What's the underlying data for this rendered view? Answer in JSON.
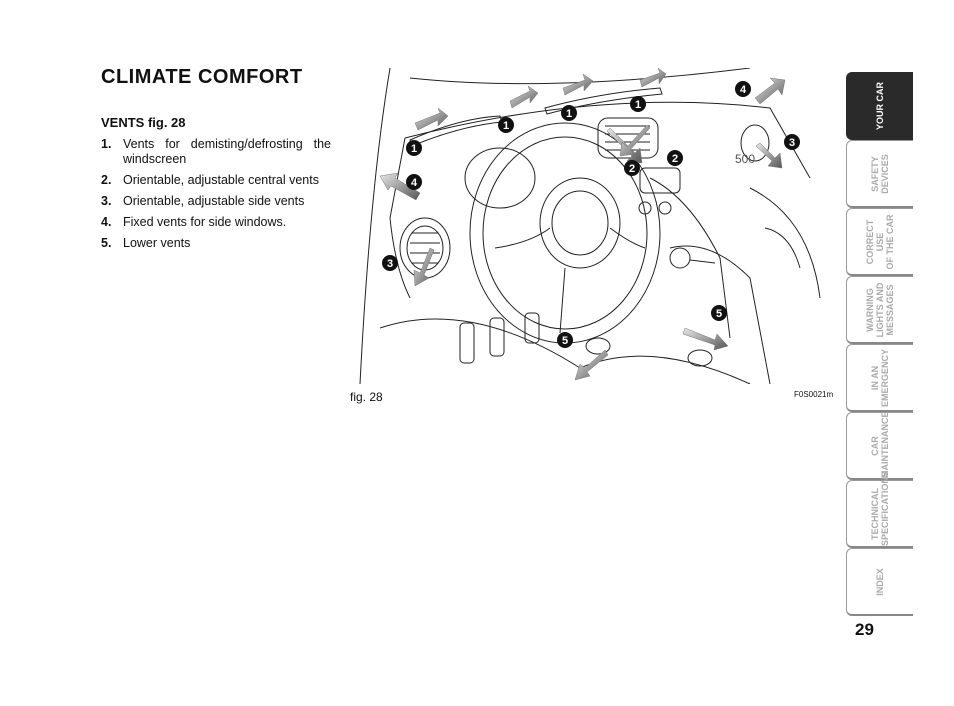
{
  "title": "CLIMATE COMFORT",
  "subtitle": "VENTS fig. 28",
  "vents": [
    {
      "num": "1.",
      "text": "Vents for demisting/defrosting the windscreen"
    },
    {
      "num": "2.",
      "text": "Orientable, adjustable central vents"
    },
    {
      "num": "3.",
      "text": "Orientable, adjustable side vents"
    },
    {
      "num": "4.",
      "text": "Fixed vents for side windows."
    },
    {
      "num": "5.",
      "text": "Lower vents"
    }
  ],
  "figure": {
    "caption": "fig. 28",
    "code": "F0S0021m",
    "callouts": [
      "1",
      "1",
      "1",
      "1",
      "2",
      "2",
      "3",
      "3",
      "4",
      "4",
      "5",
      "5"
    ]
  },
  "tabs": [
    {
      "label": "YOUR CAR",
      "active": true
    },
    {
      "label": "SAFETY\nDEVICES",
      "active": false
    },
    {
      "label": "CORRECT USE\nOF THE CAR",
      "active": false
    },
    {
      "label": "WARNING\nLIGHTS AND\nMESSAGES",
      "active": false
    },
    {
      "label": "IN AN\nEMERGENCY",
      "active": false
    },
    {
      "label": "CAR\nMAINTENANCE",
      "active": false
    },
    {
      "label": "TECHNICAL\nSPECIFICATIONS",
      "active": false
    },
    {
      "label": "INDEX",
      "active": false
    }
  ],
  "page_number": "29"
}
